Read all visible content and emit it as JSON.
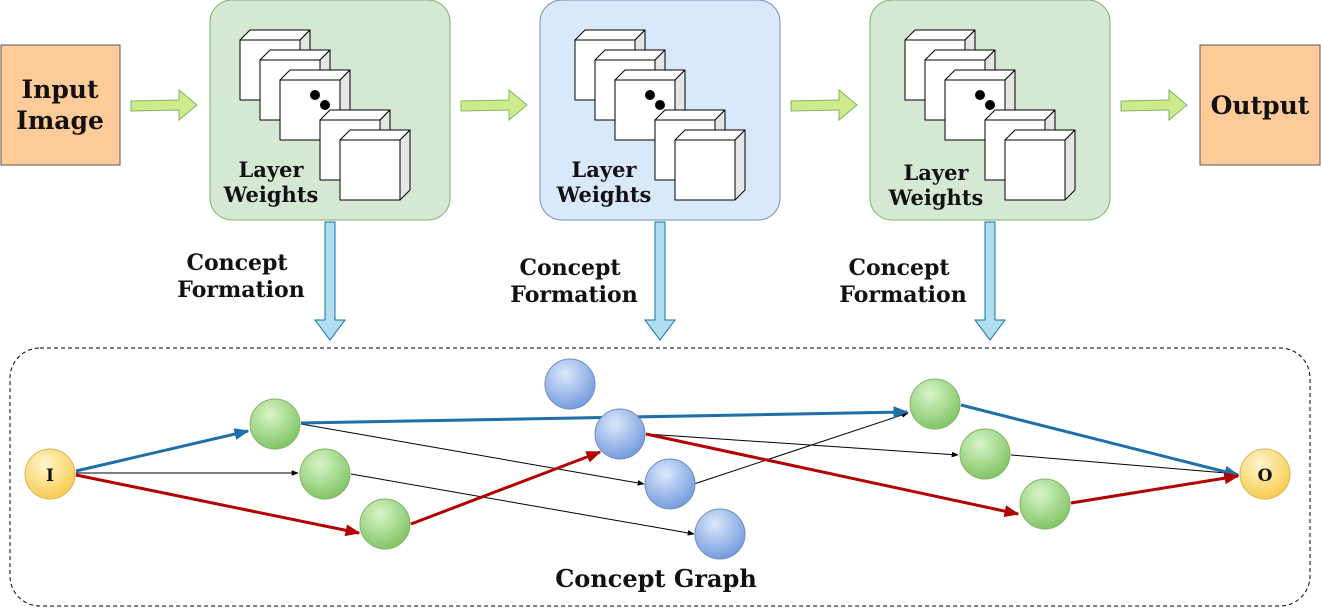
{
  "input_box": {
    "line1": "Input",
    "line2": "Image"
  },
  "output_box": {
    "label": "Output"
  },
  "layers": [
    {
      "line1": "Layer",
      "line2": "Weights",
      "concept_line1": "Concept",
      "concept_line2": "Formation",
      "fill": "#d5e8d4",
      "stroke": "#82b366"
    },
    {
      "line1": "Layer",
      "line2": "Weights",
      "concept_line1": "Concept",
      "concept_line2": "Formation",
      "fill": "#dae8fc",
      "stroke": "#6c8ebf"
    },
    {
      "line1": "Layer",
      "line2": "Weights",
      "concept_line1": "Concept",
      "concept_line2": "Formation",
      "fill": "#d5e8d4",
      "stroke": "#82b366"
    }
  ],
  "graph": {
    "title": "Concept Graph",
    "input_node": "I",
    "output_node": "O"
  },
  "colors": {
    "io_box_fill": "#ffcc99",
    "node_green": "#8dd06f",
    "node_blue": "#8aaee8",
    "node_yellow": "#ffd966",
    "path_blue": "#1f6fa8",
    "path_red": "#b30000",
    "down_arrow_fill": "#b1ddf0",
    "right_arrow_fill": "#cdeb8b"
  }
}
